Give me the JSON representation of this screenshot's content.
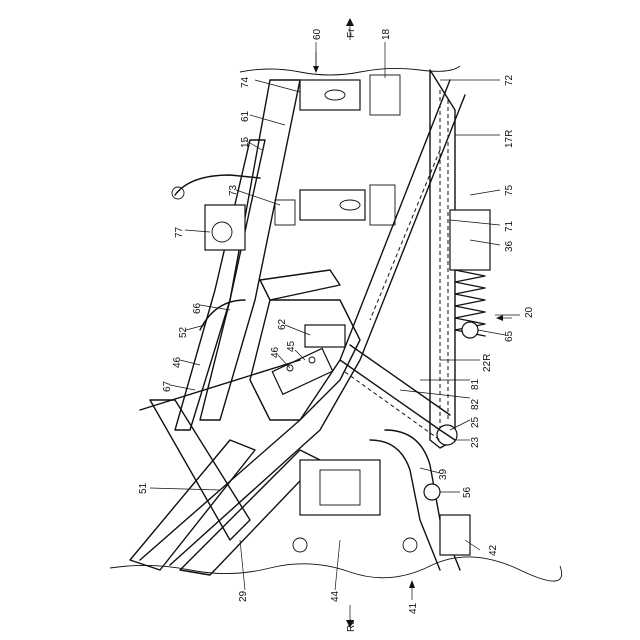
{
  "labels": [
    {
      "id": "60",
      "text": "60"
    },
    {
      "id": "fr",
      "text": "Fr"
    },
    {
      "id": "18",
      "text": "18"
    },
    {
      "id": "74",
      "text": "74"
    },
    {
      "id": "72",
      "text": "72"
    },
    {
      "id": "61",
      "text": "61"
    },
    {
      "id": "17R",
      "text": "17R"
    },
    {
      "id": "15",
      "text": "15"
    },
    {
      "id": "73",
      "text": "73"
    },
    {
      "id": "75",
      "text": "75"
    },
    {
      "id": "77",
      "text": "77"
    },
    {
      "id": "71",
      "text": "71"
    },
    {
      "id": "36",
      "text": "36"
    },
    {
      "id": "66",
      "text": "66"
    },
    {
      "id": "20",
      "text": "20"
    },
    {
      "id": "52",
      "text": "52"
    },
    {
      "id": "62",
      "text": "62"
    },
    {
      "id": "65",
      "text": "65"
    },
    {
      "id": "46a",
      "text": "46"
    },
    {
      "id": "46b",
      "text": "46"
    },
    {
      "id": "45",
      "text": "45"
    },
    {
      "id": "22R",
      "text": "22R"
    },
    {
      "id": "67",
      "text": "67"
    },
    {
      "id": "81",
      "text": "81"
    },
    {
      "id": "82",
      "text": "82"
    },
    {
      "id": "25",
      "text": "25"
    },
    {
      "id": "23",
      "text": "23"
    },
    {
      "id": "51",
      "text": "51"
    },
    {
      "id": "39",
      "text": "39"
    },
    {
      "id": "56",
      "text": "56"
    },
    {
      "id": "42",
      "text": "42"
    },
    {
      "id": "29",
      "text": "29"
    },
    {
      "id": "44",
      "text": "44"
    },
    {
      "id": "41",
      "text": "41"
    },
    {
      "id": "re",
      "text": "Re"
    }
  ]
}
